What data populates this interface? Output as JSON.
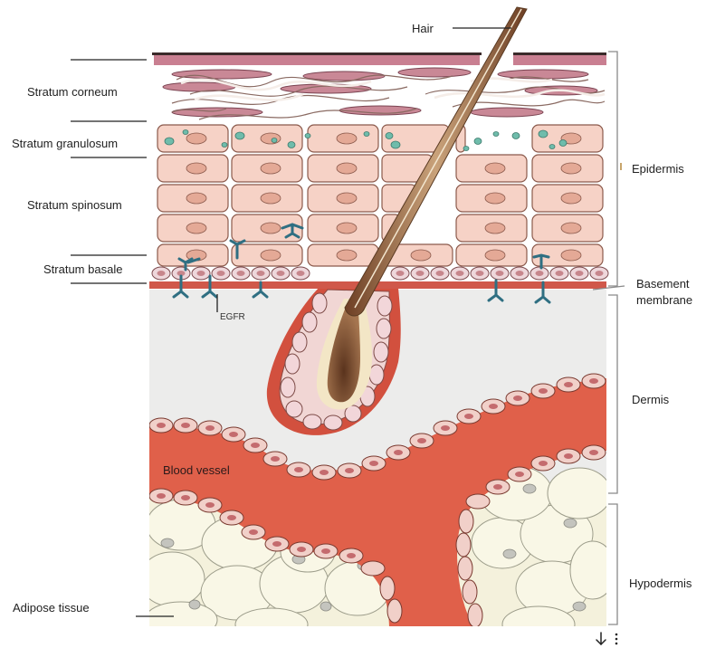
{
  "labels": {
    "hair": "Hair",
    "stratum_corneum": "Stratum corneum",
    "stratum_granulosum": "Stratum granulosum",
    "stratum_spinosum": "Stratum spinosum",
    "stratum_basale": "Stratum basale",
    "epidermis": "Epidermis",
    "basement_membrane_line1": "Basement",
    "basement_membrane_line2": "membrane",
    "egfr": "EGFR",
    "dermis": "Dermis",
    "blood_vessel": "Blood vessel",
    "hypodermis": "Hypodermis",
    "adipose_tissue": "Adipose tissue"
  },
  "toolbar": {
    "download_icon": "download-arrow-icon",
    "more_icon": "more-vertical-icon"
  },
  "colors": {
    "cell_fill": "#f7d3c7",
    "cell_stroke": "#8a5a4a",
    "nucleus": "#e3a894",
    "basal_nucleus": "#c7868c",
    "membrane": "#d2523f",
    "blood": "#e56a52",
    "dermis_bg": "#ededec",
    "fat_fill": "#f8f5e0",
    "fat_nucleus": "#bfbfbf",
    "receptor": "#2f7183",
    "granule": "#6fb9aa",
    "keratin": "#c98a98",
    "hair_shaft": "#7a4a2a"
  }
}
